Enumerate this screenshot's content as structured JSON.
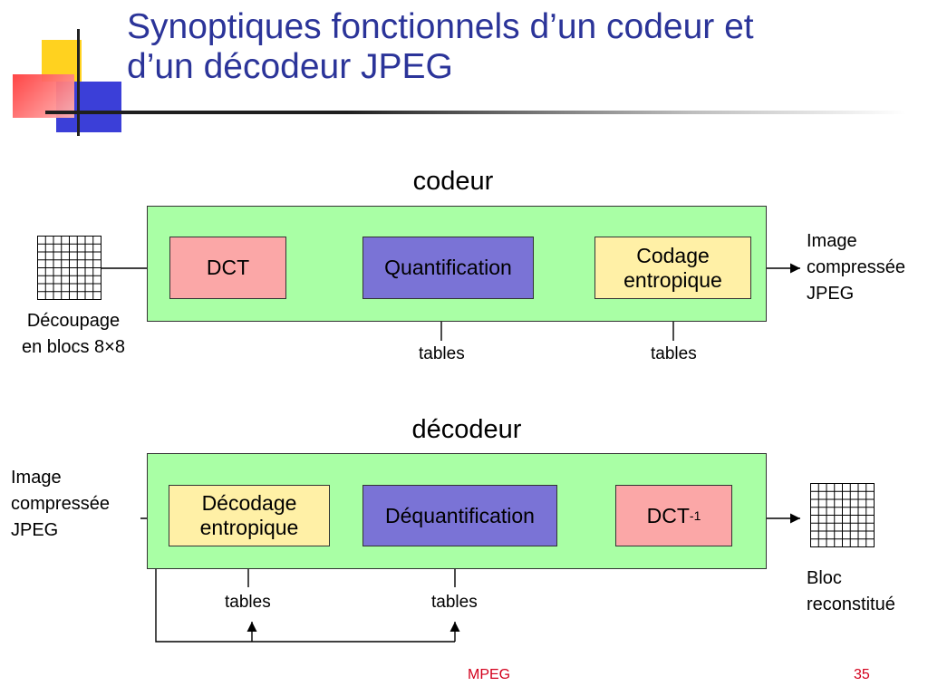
{
  "title": {
    "line1": "Synoptiques fonctionnels d’un codeur et",
    "line2": "d’un décodeur JPEG"
  },
  "encoder": {
    "label": "codeur",
    "boxes": {
      "dct": "DCT",
      "quant": "Quantification",
      "entropy_1": "Codage",
      "entropy_2": "entropique"
    },
    "tables_quant": "tables",
    "tables_entropy": "tables",
    "input_label_1": "Découpage",
    "input_label_2": "en blocs 8×8",
    "output_label_1": "Image",
    "output_label_2": "compressée",
    "output_label_3": "JPEG"
  },
  "decoder": {
    "label": "décodeur",
    "boxes": {
      "entropy_1": "Décodage",
      "entropy_2": "entropique",
      "dequant": "Déquantification",
      "idct": "DCT",
      "idct_sup": "-1"
    },
    "tables_entropy": "tables",
    "tables_dequant": "tables",
    "input_label_1": "Image",
    "input_label_2": "compressée",
    "input_label_3": "JPEG",
    "output_label_1": "Bloc",
    "output_label_2": "reconstitué"
  },
  "footer": {
    "center": "MPEG",
    "page": "35",
    "color": "#d3001c"
  },
  "colors": {
    "title": "#2b3499",
    "panel": "#a9ffa5",
    "dct_box": "#fba7a7",
    "quant_box": "#7a73d6",
    "entropy_box": "#fff0a6"
  }
}
